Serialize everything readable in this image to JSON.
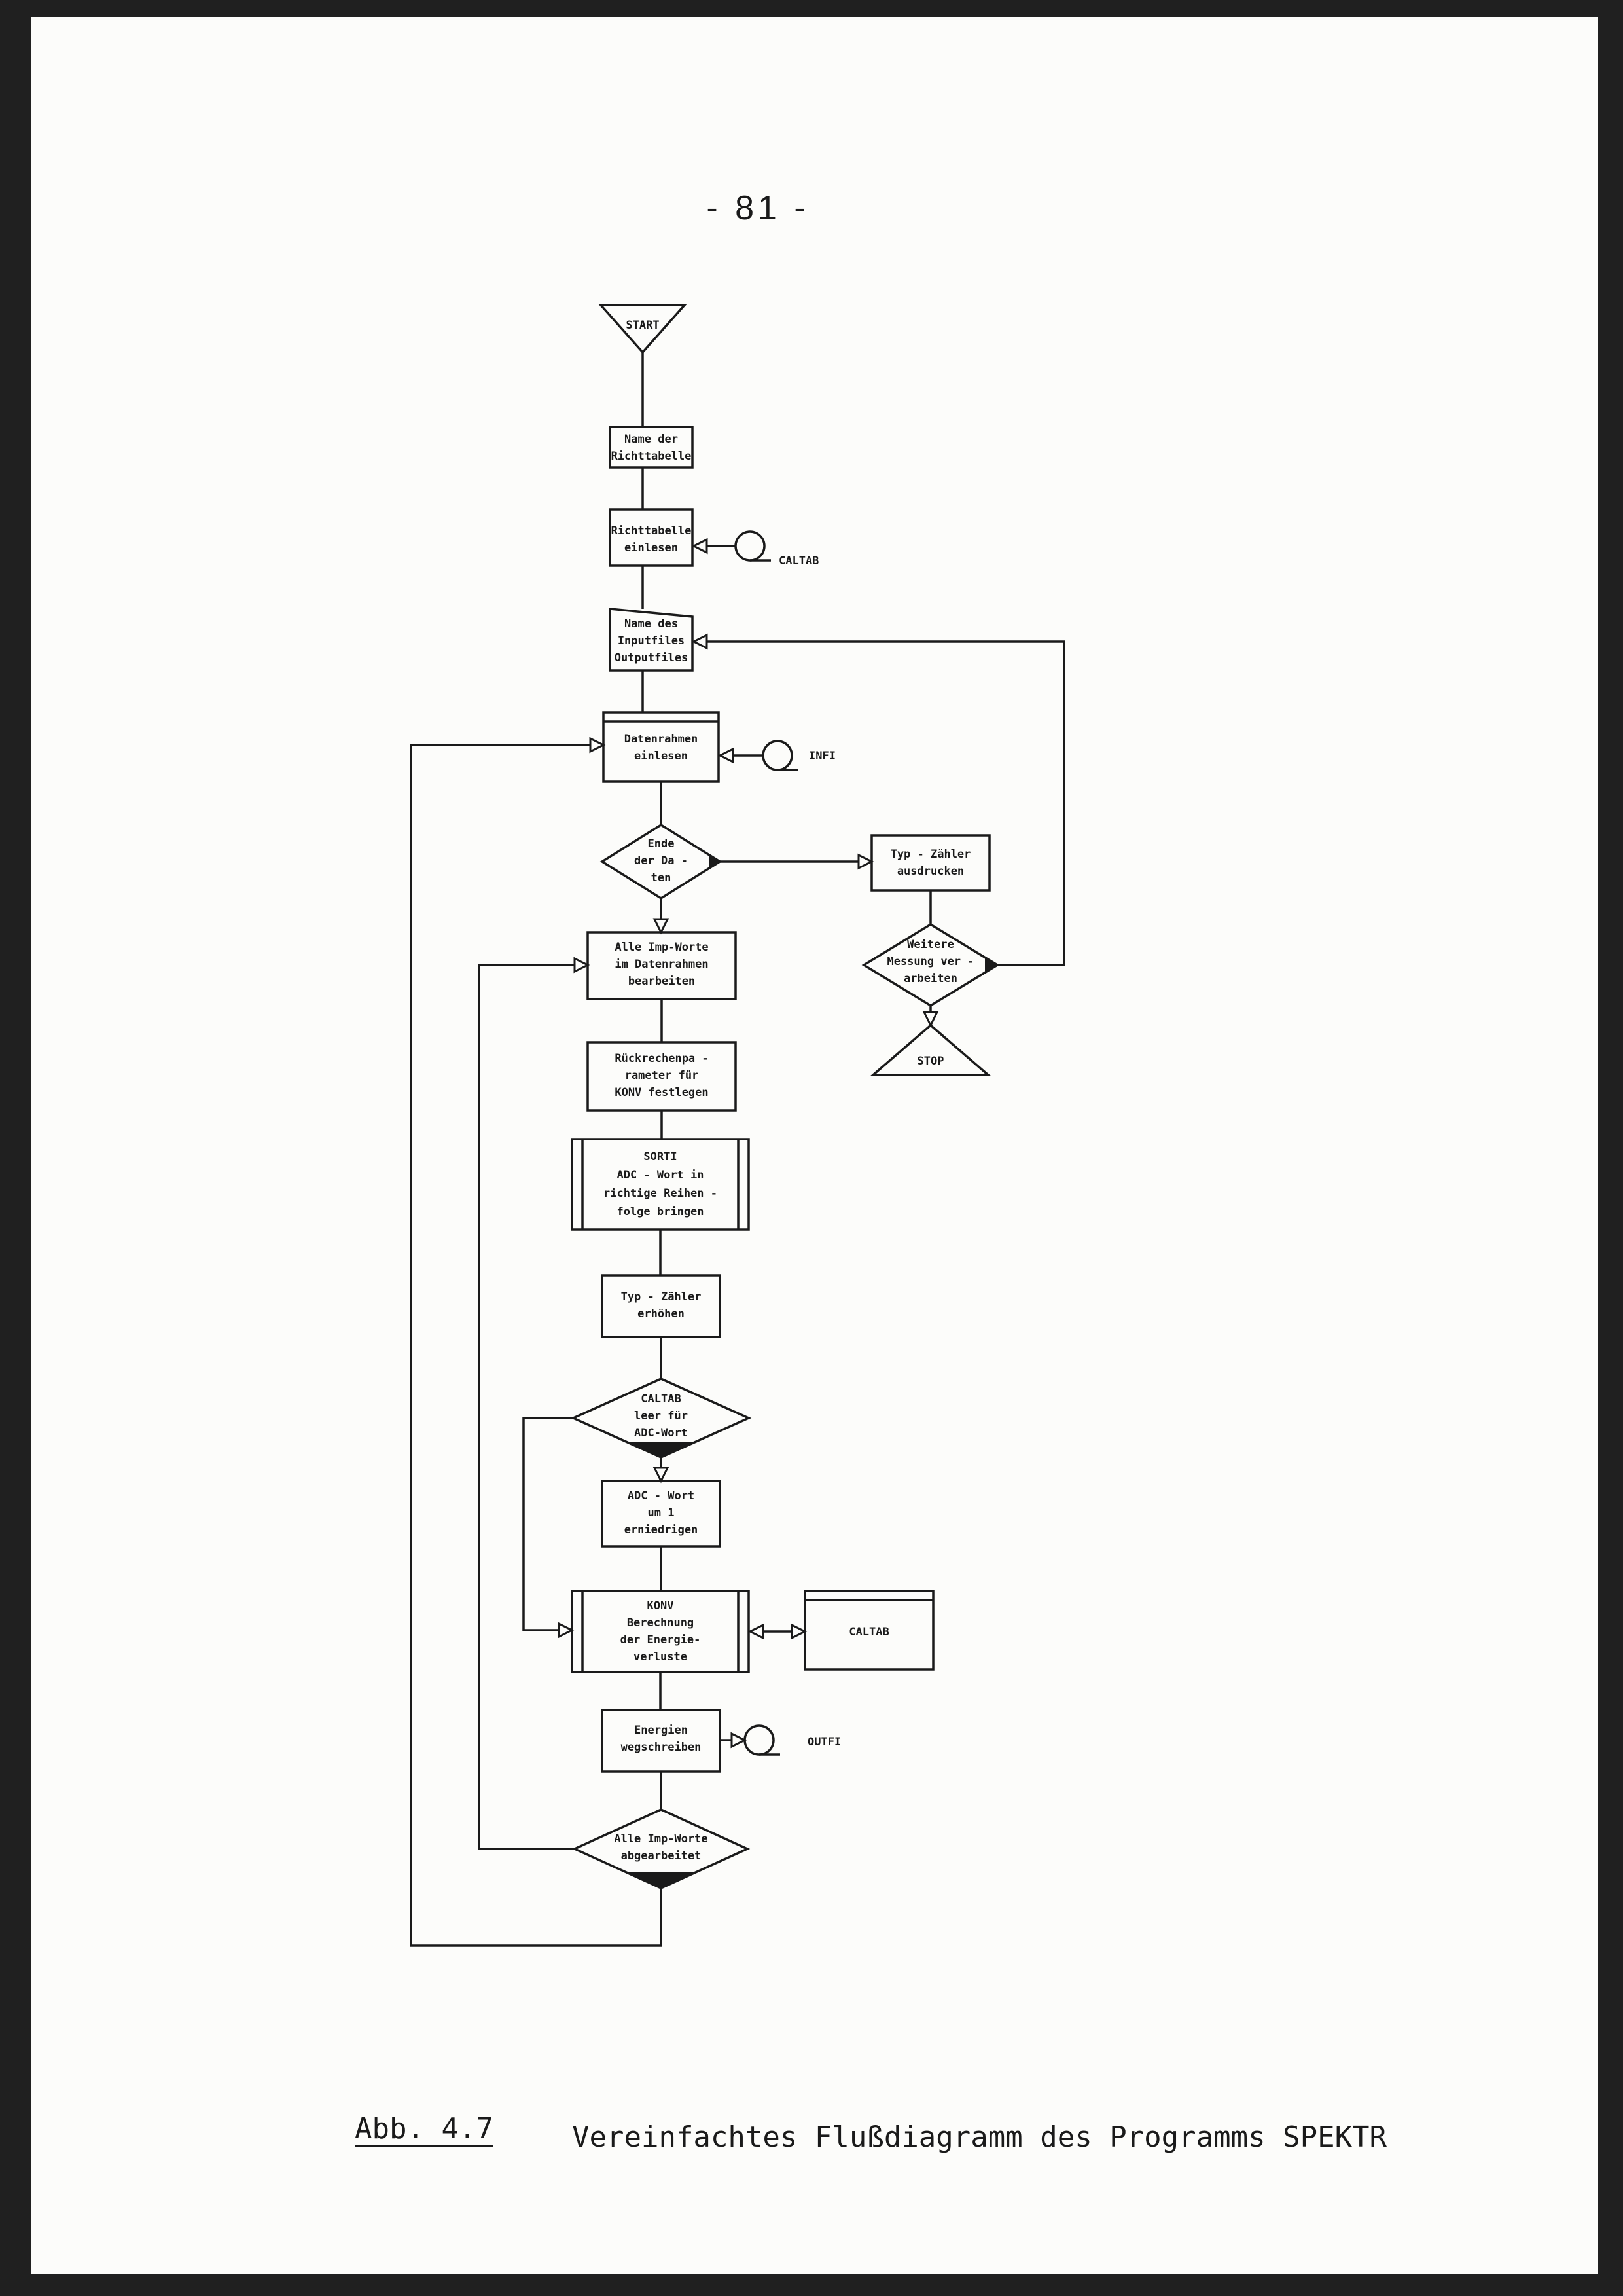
{
  "page": {
    "number": "- 81 -"
  },
  "caption": {
    "label": "Abb. 4.7",
    "text": "Vereinfachtes Flußdiagramm des Programms SPEKTR"
  },
  "flowchart": {
    "start": "START",
    "name_richttabelle": [
      "Name der",
      "Richttabelle"
    ],
    "richttabelle_einlesen": [
      "Richttabelle",
      "einlesen"
    ],
    "calta_source": "CALTAB",
    "name_files": [
      "Name des",
      "Inputfiles",
      "Outputfiles"
    ],
    "datenrahmen_einlesen": [
      "Datenrahmen",
      "einlesen"
    ],
    "infi_source": "INFI",
    "ende_der_daten": [
      "Ende",
      "der Da -",
      "ten"
    ],
    "typ_zaehler_ausdrucken": [
      "Typ - Zähler",
      "ausdrucken"
    ],
    "weitere_messung": [
      "Weitere",
      "Messung ver -",
      "arbeiten"
    ],
    "stop": "STOP",
    "alle_imp_worte_bearbeiten": [
      "Alle Imp-Worte",
      "im Datenrahmen",
      "bearbeiten"
    ],
    "rueckrechenparameter": [
      "Rückrechenpa -",
      "rameter für",
      "KONV festlegen"
    ],
    "sorti": [
      "SORTI",
      "ADC - Wort in",
      "richtige Reihen -",
      "folge bringen"
    ],
    "typ_zaehler_erhoehen": [
      "Typ - Zähler",
      "erhöhen"
    ],
    "caltab_leer": [
      "CALTAB",
      "leer für",
      "ADC-Wort"
    ],
    "adc_wort_erniedrigen": [
      "ADC - Wort",
      "um 1",
      "erniedrigen"
    ],
    "konv": [
      "KONV",
      "Berechnung",
      "der Energie-",
      "verluste"
    ],
    "caltab_file": "CALTAB",
    "energien_wegschreiben": [
      "Energien",
      "wegschreiben"
    ],
    "outfi_sink": "OUTFI",
    "alle_imp_worte_abgearbeitet": [
      "Alle Imp-Worte",
      "abgearbeitet"
    ]
  }
}
